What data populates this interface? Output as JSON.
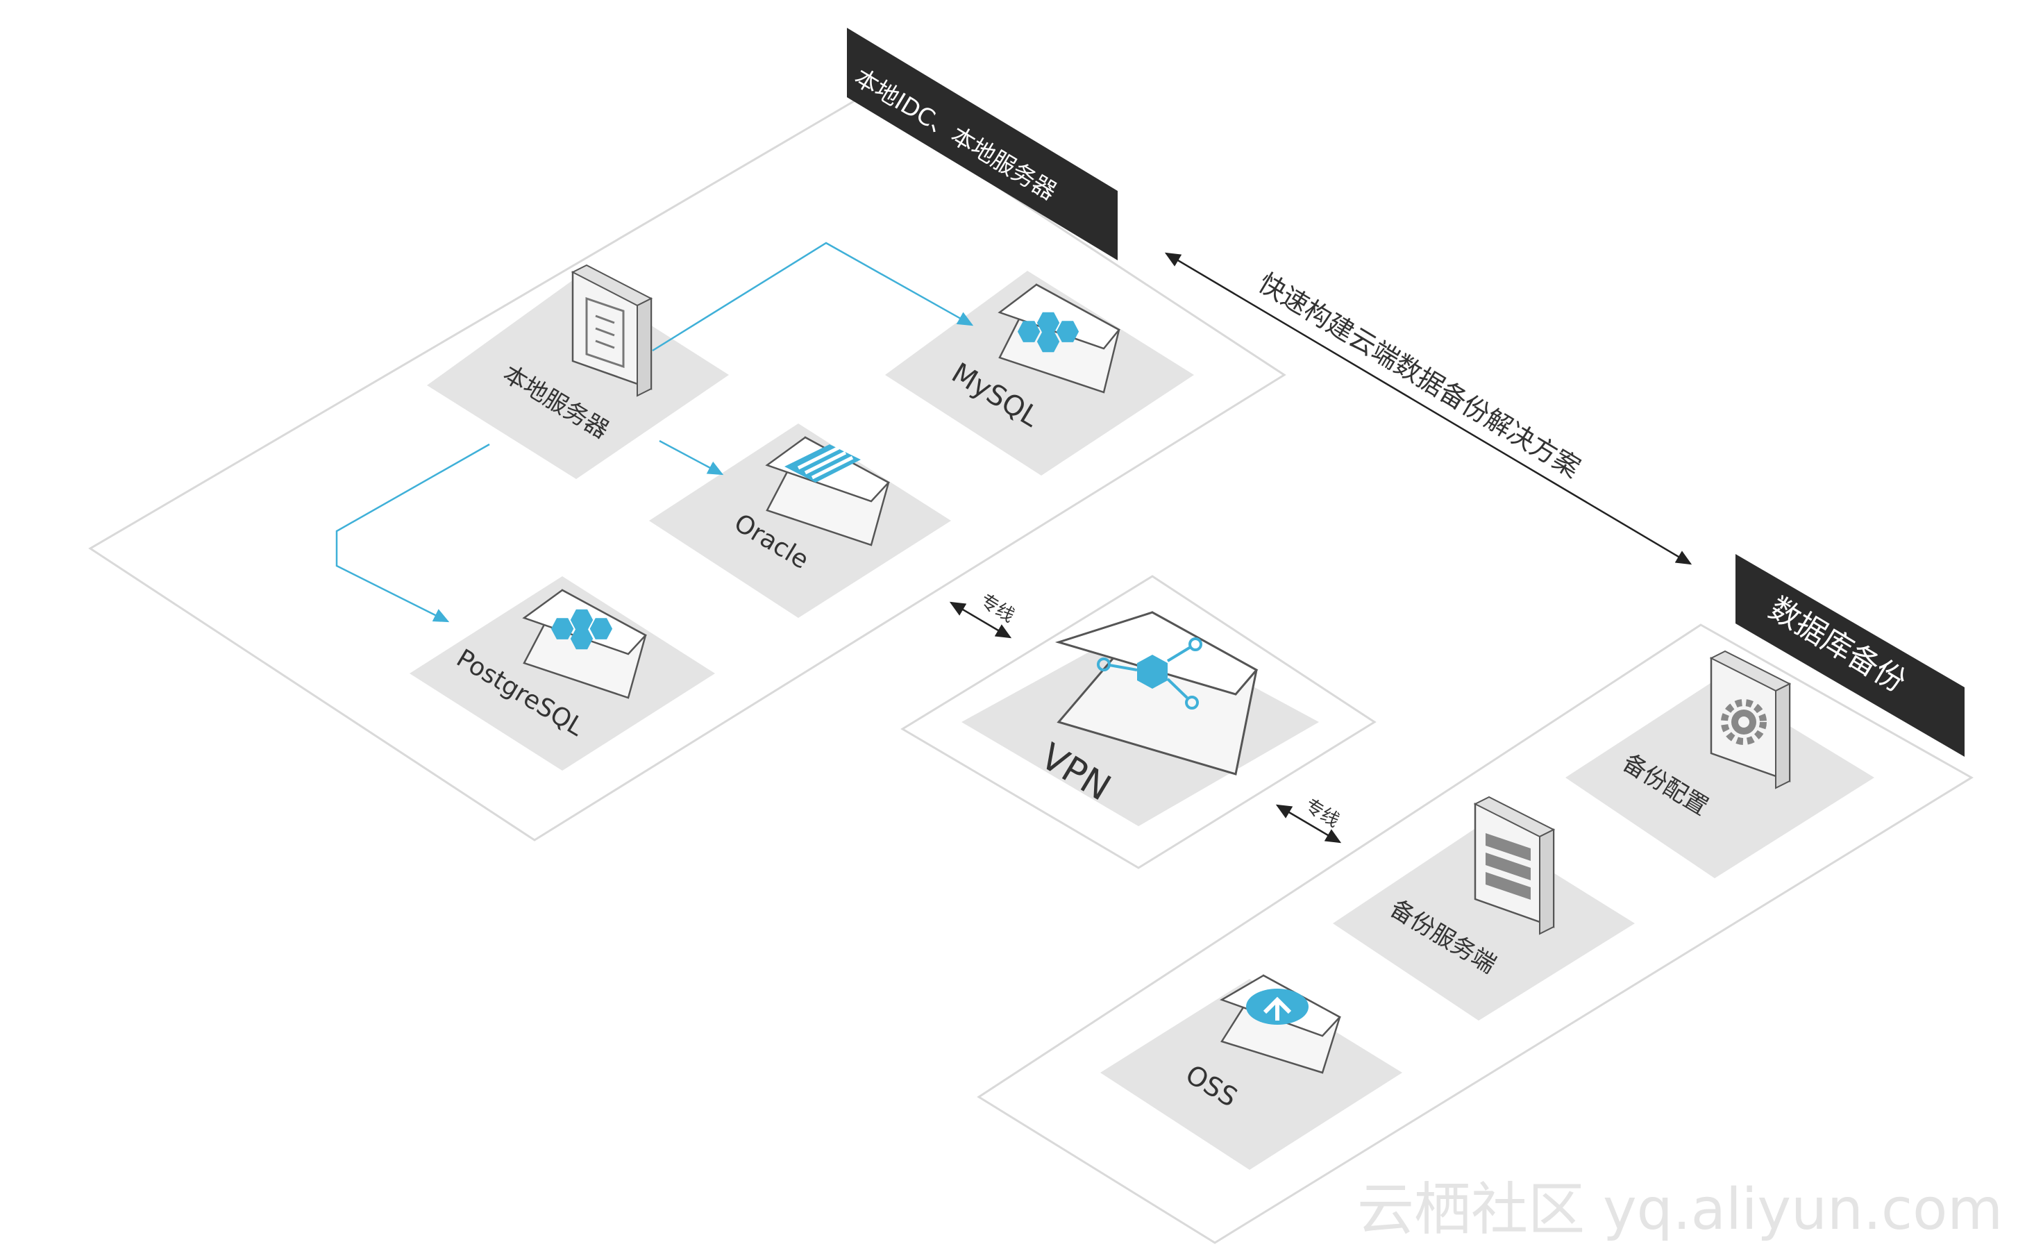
{
  "zones": {
    "local": {
      "title": "本地IDC、本地服务器"
    },
    "backup": {
      "title": "数据库备份"
    }
  },
  "nodes": {
    "local_server": "本地服务器",
    "mysql": "MySQL",
    "oracle": "Oracle",
    "postgresql": "PostgreSQL",
    "vpn": "VPN",
    "backup_config": "备份配置",
    "backup_server": "备份服务端",
    "oss": "OSS"
  },
  "links": {
    "dedicated_line_1": "专线",
    "dedicated_line_2": "专线",
    "solution": "快速构建云端数据备份解决方案"
  },
  "watermark": "云栖社区 yq.aliyun.com",
  "colors": {
    "accent": "#3fb0d8",
    "zone_tag": "#2b2b2b",
    "pad": "#e4e4e4",
    "outline": "#d9d9d9"
  }
}
